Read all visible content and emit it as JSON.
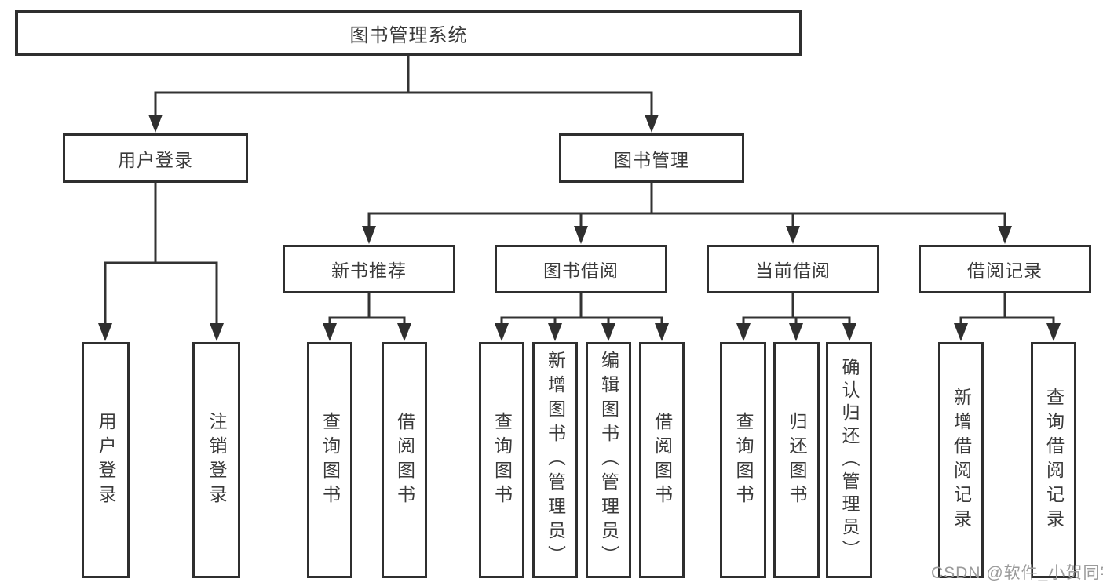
{
  "diagram_title": "图书管理系统",
  "tree": {
    "root": {
      "label": "图书管理系统",
      "children": [
        {
          "label": "用户登录",
          "children": [
            {
              "label": "用户登录"
            },
            {
              "label": "注销登录"
            }
          ]
        },
        {
          "label": "图书管理",
          "children": [
            {
              "label": "新书推荐",
              "children": [
                {
                  "label": "查询图书"
                },
                {
                  "label": "借阅图书"
                }
              ]
            },
            {
              "label": "图书借阅",
              "children": [
                {
                  "label": "查询图书"
                },
                {
                  "label": "新增图书（管理员）"
                },
                {
                  "label": "编辑图书（管理员）"
                },
                {
                  "label": "借阅图书"
                }
              ]
            },
            {
              "label": "当前借阅",
              "children": [
                {
                  "label": "查询图书"
                },
                {
                  "label": "归还图书"
                },
                {
                  "label": "确认归还（管理员）"
                }
              ]
            },
            {
              "label": "借阅记录",
              "children": [
                {
                  "label": "新增借阅记录"
                },
                {
                  "label": "查询借阅记录"
                }
              ]
            }
          ]
        }
      ]
    }
  },
  "watermark": {
    "text": "CSDN @软件_小贺同学"
  },
  "colors": {
    "line": "#333333",
    "box_border": "#2f2f2f",
    "text": "#3a3a3a",
    "watermark": "#9b9b9b",
    "background": "#ffffff"
  }
}
